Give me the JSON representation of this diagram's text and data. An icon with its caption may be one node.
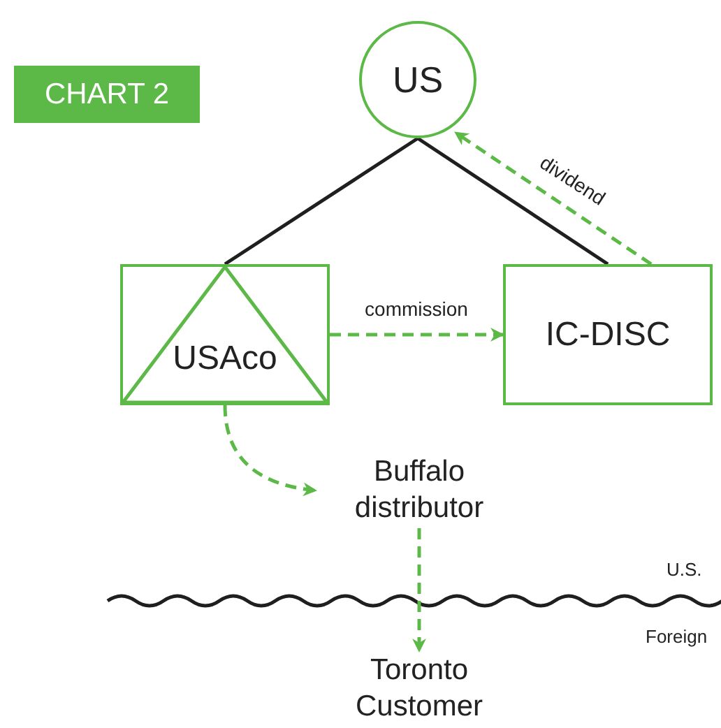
{
  "diagram": {
    "title": "CHART 2",
    "nodes": [
      {
        "text": [
          "US"
        ]
      },
      {
        "text": [
          "USAco"
        ]
      },
      {
        "text": [
          "IC-DISC"
        ]
      },
      {
        "text": [
          "Buffalo distributor"
        ]
      },
      {
        "text": [
          "Toronto Customer"
        ]
      }
    ],
    "edges": [
      {
        "from": 0,
        "to": 1,
        "arrow": "none",
        "color": "#1f1f1f"
      },
      {
        "from": 0,
        "to": 2,
        "arrow": "none",
        "color": "#1f1f1f"
      },
      {
        "from": 2,
        "to": 0,
        "arrow": "to",
        "label": "dividend",
        "style": "dashed"
      },
      {
        "from": 1,
        "to": 2,
        "arrow": "to",
        "label": "commission",
        "style": "dashed"
      },
      {
        "from": 1,
        "to": 3,
        "arrow": "to",
        "style": "dashed"
      },
      {
        "from": 3,
        "to": 4,
        "arrow": "to",
        "style": "dashed"
      }
    ],
    "labels": [
      "U.S.",
      "Foreign"
    ]
  }
}
